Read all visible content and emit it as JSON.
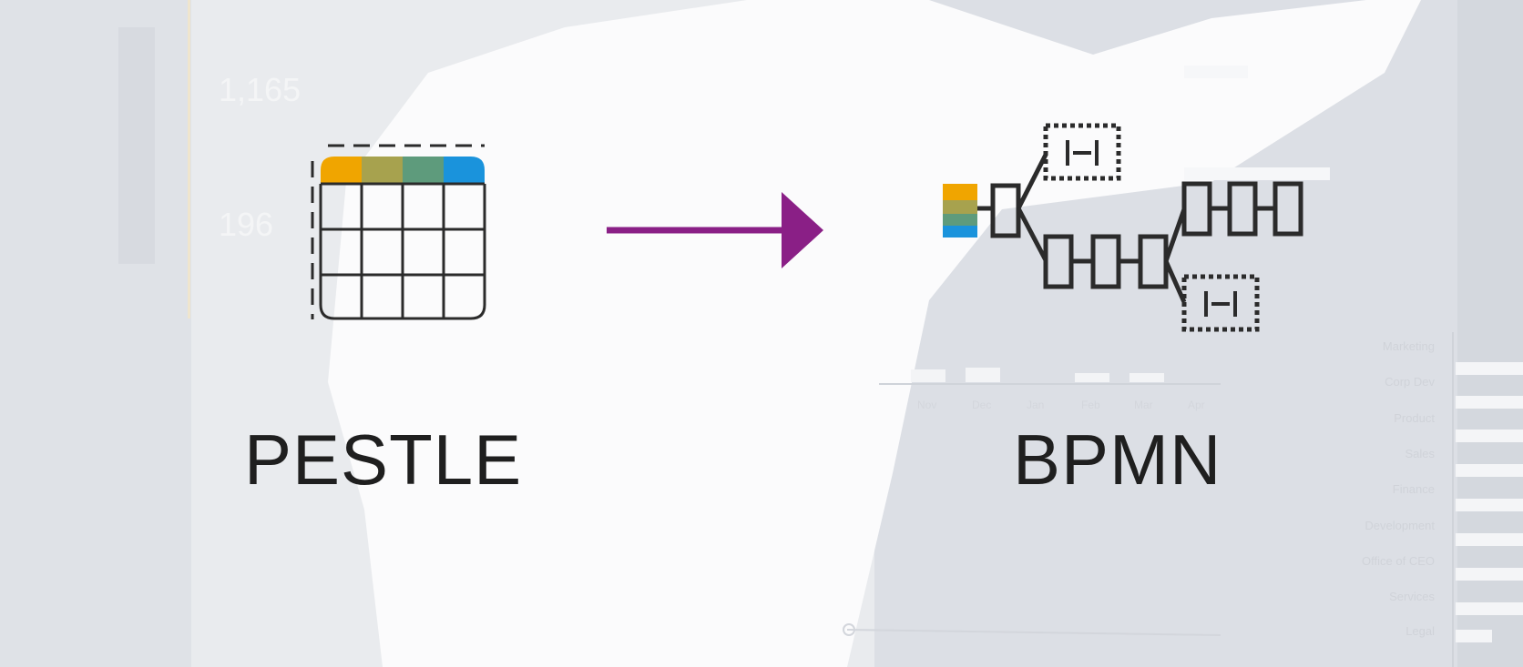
{
  "labels": {
    "left": "PESTLE",
    "right": "BPMN"
  },
  "background": {
    "stat1_value": "1,165",
    "stat2_value": "196",
    "month_ticks": [
      "Nov",
      "Dec",
      "Jan",
      "Feb",
      "Mar",
      "Apr"
    ],
    "departments": [
      "Marketing",
      "Corp Dev",
      "Product",
      "Sales",
      "Finance",
      "Development",
      "Office of CEO",
      "Services",
      "Legal"
    ]
  },
  "colors": {
    "header_cells": [
      "#f0a500",
      "#a7a24e",
      "#5e9b7c",
      "#1a93dc"
    ],
    "arrow": "#8a1f86",
    "outline": "#2b2b2b",
    "label": "#1f1f1f"
  }
}
